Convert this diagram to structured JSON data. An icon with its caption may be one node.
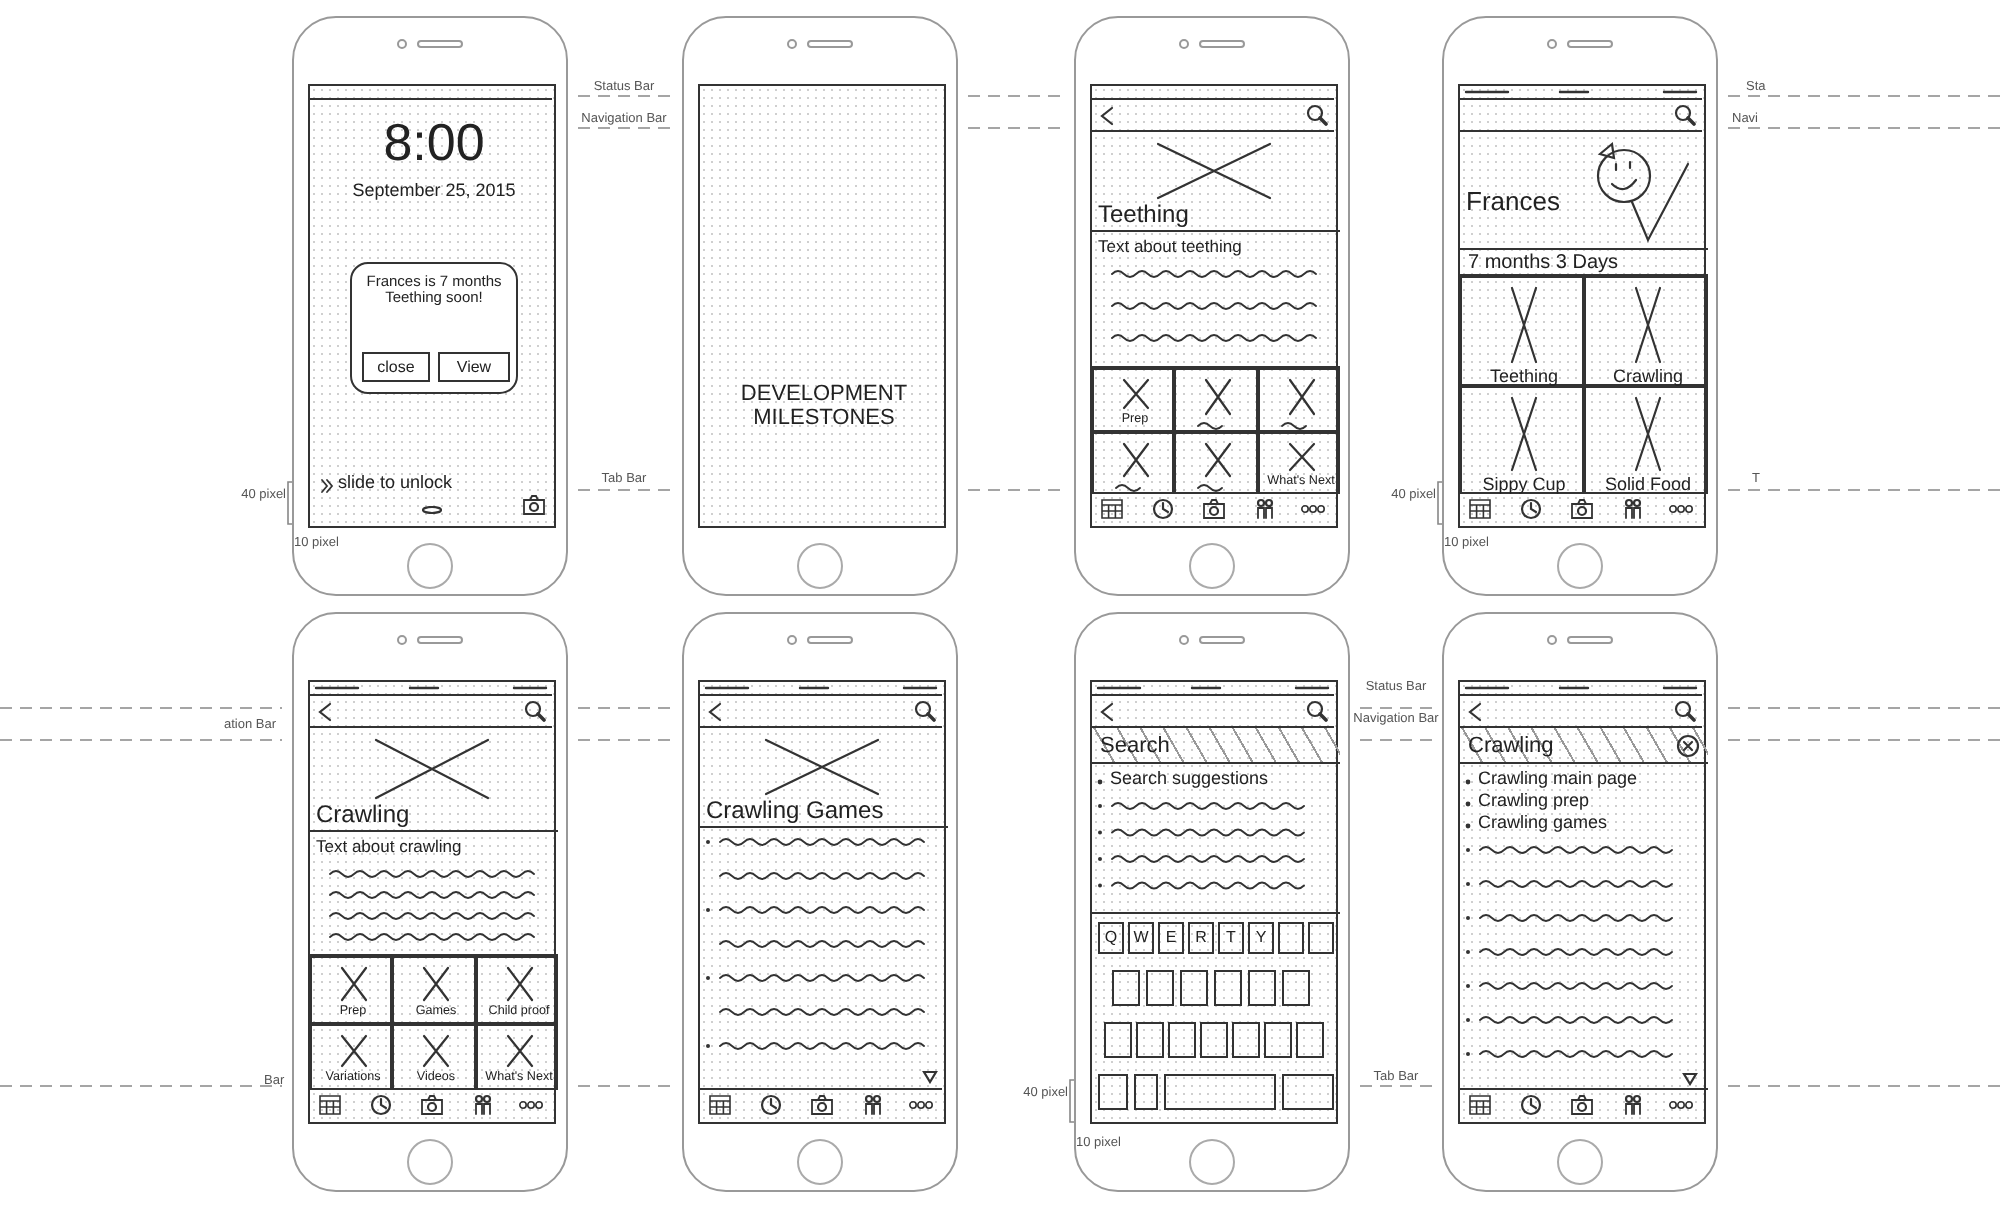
{
  "diagram": {
    "nodes": [
      {
        "text": [
          "8:00",
          "September 25, 2015",
          "slide to unlock"
        ]
      },
      {
        "text": [
          "Frances is 7 months Teething soon!"
        ],
        "in": 0
      },
      {
        "text": [
          "close"
        ],
        "in": 1
      },
      {
        "text": [
          "View"
        ],
        "in": 1
      },
      {
        "text": [
          "DEVELOPMENT MILESTONES"
        ]
      },
      {
        "text": [],
        "shape": "phone"
      },
      {
        "text": [
          "Teething"
        ],
        "in": 5
      },
      {
        "text": [
          "Text about teething"
        ],
        "in": 5
      },
      {
        "text": [
          "Prep"
        ],
        "in": 5
      },
      {
        "text": [],
        "shape": "box",
        "in": 5
      },
      {
        "text": [],
        "shape": "box",
        "in": 5
      },
      {
        "text": [],
        "shape": "box",
        "in": 5
      },
      {
        "text": [],
        "shape": "box",
        "in": 5
      },
      {
        "text": [
          "What's Next"
        ],
        "in": 5
      },
      {
        "text": [],
        "shape": "phone"
      },
      {
        "text": [
          "Frances",
          "7 months 3 Days"
        ],
        "in": 14
      },
      {
        "text": [
          "Teething"
        ],
        "in": 14
      },
      {
        "text": [
          "Crawling"
        ],
        "in": 14
      },
      {
        "text": [
          "Sippy Cup"
        ],
        "in": 14
      },
      {
        "text": [
          "Solid Food"
        ],
        "in": 14
      },
      {
        "text": [],
        "shape": "phone"
      },
      {
        "text": [
          "Crawling"
        ],
        "in": 20
      },
      {
        "text": [
          "Text about crawling"
        ],
        "in": 20
      },
      {
        "text": [
          "Prep"
        ],
        "in": 20
      },
      {
        "text": [
          "Games"
        ],
        "in": 20
      },
      {
        "text": [
          "Child proof"
        ],
        "in": 20
      },
      {
        "text": [
          "Variations"
        ],
        "in": 20
      },
      {
        "text": [
          "Videos"
        ],
        "in": 20
      },
      {
        "text": [
          "What's Next"
        ],
        "in": 20
      },
      {
        "text": [],
        "shape": "phone"
      },
      {
        "text": [
          "Crawling Games"
        ],
        "in": 29
      },
      {
        "text": [],
        "shape": "phone"
      },
      {
        "text": [
          "Search"
        ],
        "in": 31
      },
      {
        "text": [
          "Search suggestions"
        ],
        "in": 31
      },
      {
        "text": [],
        "shape": "box",
        "in": 31
      },
      {
        "text": [
          "Q"
        ],
        "in": 34
      },
      {
        "text": [
          "W"
        ],
        "in": 34
      },
      {
        "text": [
          "E"
        ],
        "in": 34
      },
      {
        "text": [
          "R"
        ],
        "in": 34
      },
      {
        "text": [
          "T"
        ],
        "in": 34
      },
      {
        "text": [
          "Y"
        ],
        "in": 34
      },
      {
        "text": [],
        "shape": "box",
        "in": 34
      },
      {
        "text": [],
        "shape": "box",
        "in": 34
      },
      {
        "text": [],
        "shape": "box",
        "in": 34
      },
      {
        "text": [],
        "shape": "box",
        "in": 34
      },
      {
        "text": [],
        "shape": "box",
        "in": 34
      },
      {
        "text": [],
        "shape": "box",
        "in": 34
      },
      {
        "text": [],
        "shape": "box",
        "in": 34
      },
      {
        "text": [],
        "shape": "box",
        "in": 34
      },
      {
        "text": [],
        "shape": "box",
        "in": 34
      },
      {
        "text": [],
        "shape": "box",
        "in": 34
      },
      {
        "text": [],
        "shape": "box",
        "in": 34
      },
      {
        "text": [],
        "shape": "box",
        "in": 34
      },
      {
        "text": [],
        "shape": "box",
        "in": 34
      },
      {
        "text": [],
        "shape": "box",
        "in": 34
      },
      {
        "text": [],
        "shape": "box",
        "in": 34
      },
      {
        "text": [],
        "shape": "box",
        "in": 34
      },
      {
        "text": [],
        "shape": "box",
        "in": 34
      },
      {
        "text": [],
        "shape": "box",
        "in": 34
      },
      {
        "text": [],
        "shape": "box",
        "in": 34
      },
      {
        "text": [],
        "shape": "phone"
      },
      {
        "text": [
          "Crawling"
        ],
        "in": 60
      },
      {
        "text": [
          "Crawling main page",
          "Crawling prep",
          "Crawling games"
        ],
        "in": 60
      }
    ],
    "labels": [
      "Status Bar",
      "Navigation Bar",
      "Tab Bar",
      "40 pixel",
      "10 pixel",
      "Sta",
      "Navi",
      "T",
      "40 pixel",
      "10 pixel",
      "ation Bar",
      "Bar",
      "Status Bar",
      "Navigation Bar",
      "Tab Bar",
      "40 pixel",
      "10 pixel"
    ]
  }
}
